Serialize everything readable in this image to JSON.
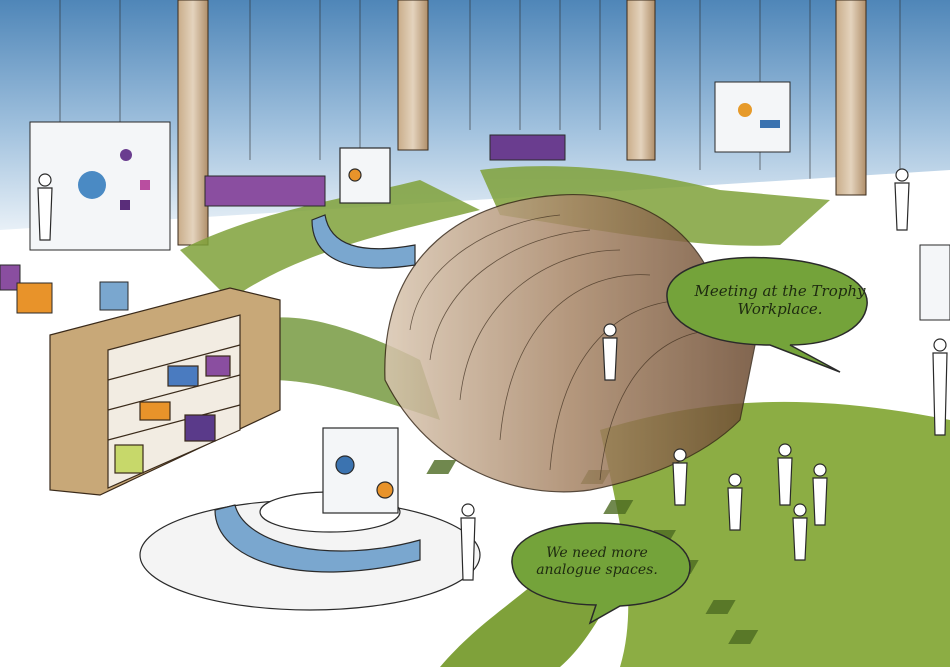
{
  "scene": {
    "description_free": true,
    "colors": {
      "window_blue": "#6b9cc8",
      "window_light": "#dfe9f3",
      "floor": "#ffffff",
      "grass": "#7fa13a",
      "grass_dark": "#5a7a24",
      "tunnel_wood": "#9a7a5c",
      "shelf_wood": "#c8a878",
      "seating_blue": "#7aa7cf",
      "purple": "#8a4ea0",
      "bubble_green": "#74a33a",
      "ink": "#2a2a2a"
    }
  },
  "speech_bubbles": [
    {
      "text_line1": "Meeting at the Trophy",
      "text_line2": "Workplace."
    },
    {
      "text_line1": "We need more",
      "text_line2": "analogue spaces."
    }
  ]
}
